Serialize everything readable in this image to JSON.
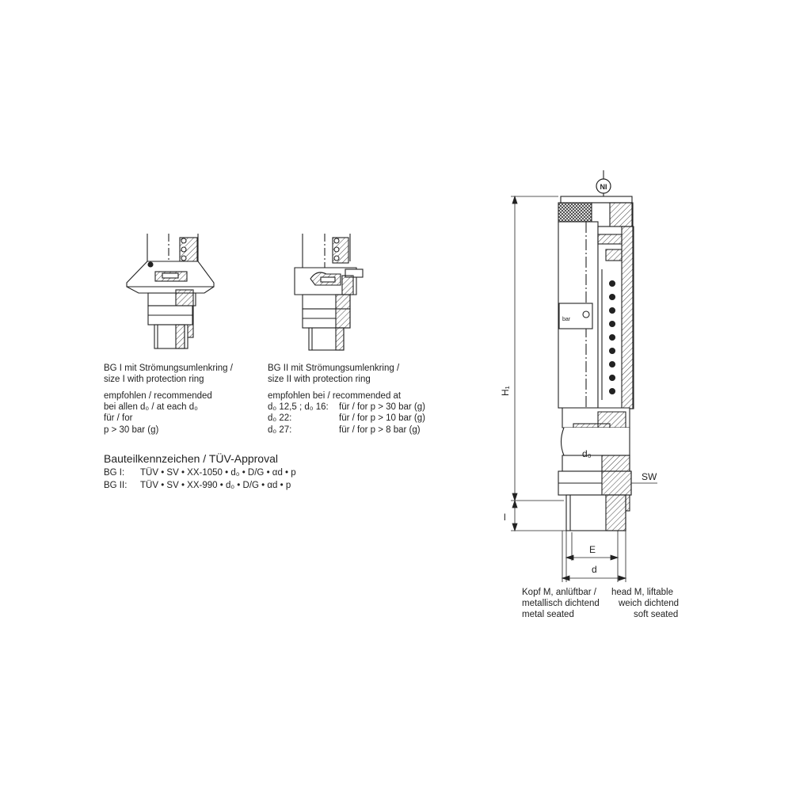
{
  "left_caption": {
    "line1": "BG I mit Strömungsumlenkring /",
    "line2": "size I with protection ring",
    "line3": "empfohlen / recommended",
    "line4": "bei allen d₀ / at each d₀",
    "line5": "für / for",
    "line6": "p > 30 bar (g)"
  },
  "middle_caption": {
    "line1": "BG II mit Strömungsumlenkring /",
    "line2": "size II with protection ring",
    "line3": "empfohlen bei / recommended at",
    "rows": [
      {
        "size": "d₀ 12,5 ; d₀ 16:",
        "condition": "für / for p > 30 bar (g)"
      },
      {
        "size": "d₀ 22:",
        "condition": "für / for p > 10 bar (g)"
      },
      {
        "size": "d₀ 27:",
        "condition": "für / for p >   8 bar (g)"
      }
    ]
  },
  "approval": {
    "heading": "Bauteilkennzeichen / TÜV-Approval",
    "rows": [
      {
        "label": "BG  I:",
        "code": "TÜV • SV • XX-1050 • d₀ • D/G • αd • p"
      },
      {
        "label": "BG II:",
        "code": "TÜV • SV • XX-990 • d₀ • D/G • αd • p"
      }
    ]
  },
  "dimensions": {
    "h1": "H₁",
    "l": "l",
    "sw": "SW",
    "do": "d₀",
    "e": "E",
    "d": "d"
  },
  "head_badge": "NI",
  "plate": {
    "a": "bar"
  },
  "bottom_caption": {
    "left1": "Kopf M, anlüftbar  /",
    "left2": "metallisch dichtend",
    "left3": "metal seated",
    "right1": "head M, liftable",
    "right2": "weich dichtend",
    "right3": "soft seated"
  },
  "colors": {
    "line": "#222222",
    "hatch": "#555555",
    "fill": "#e8e8e8"
  }
}
